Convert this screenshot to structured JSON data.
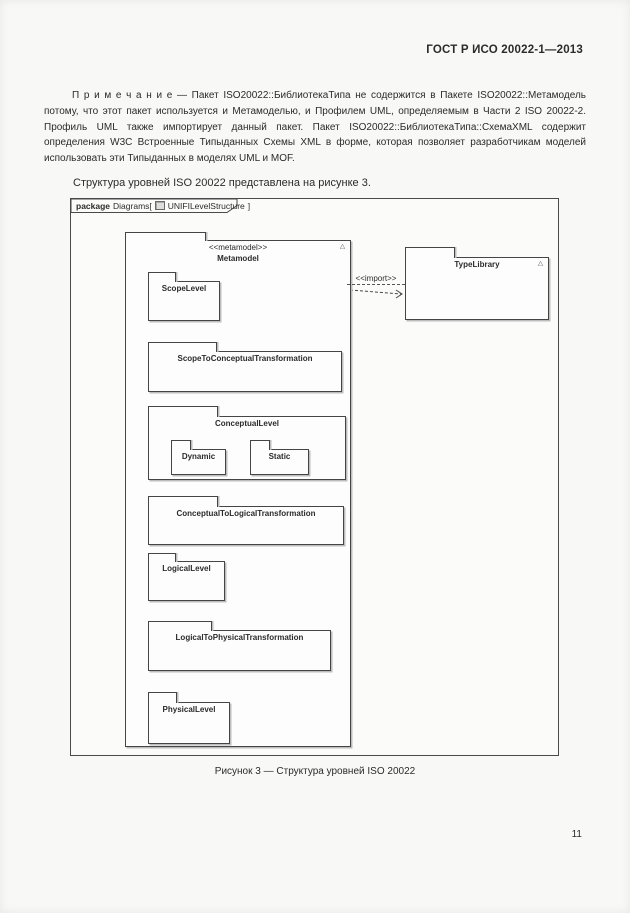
{
  "page": {
    "header": "ГОСТ Р ИСО 20022-1—2013",
    "number": "11"
  },
  "note": {
    "label": "П р и м е ч а н и е —",
    "text": "Пакет ISO20022::БиблиотекаТипа не содержится в Пакете ISO20022::Метамодель потому, что этот пакет используется и Метамоделью, и Профилем UML, определяемым в Части 2 ISO 20022-2. Профиль UML также импортирует данный пакет. Пакет ISO20022::БиблиотекаТипа::СхемаXML содержит определения W3C Встроенные Типыданных Схемы XML в форме, которая позволяет разработчикам моделей использовать эти Типыданных в моделях UML и MOF."
  },
  "intro_paragraph": "Структура уровней ISO 20022 представлена на рисунке 3.",
  "figure": {
    "caption": "Рисунок 3 — Структура уровней ISO 20022",
    "frame": {
      "keyword": "package",
      "type_label": "Diagrams[",
      "name": "UNIFILevelStructure",
      "close_bracket": "]"
    },
    "packages": {
      "metamodel": {
        "stereotype": "<<metamodel>>",
        "label": "Metamodel"
      },
      "scope_level": {
        "label": "ScopeLevel"
      },
      "scope_to_conceptual": {
        "label": "ScopeToConceptualTransformation"
      },
      "conceptual_level": {
        "label": "ConceptualLevel"
      },
      "dynamic": {
        "label": "Dynamic"
      },
      "static": {
        "label": "Static"
      },
      "conceptual_to_logical": {
        "label": "ConceptualToLogicalTransformation"
      },
      "logical_level": {
        "label": "LogicalLevel"
      },
      "logical_to_physical": {
        "label": "LogicalToPhysicalTransformation"
      },
      "physical_level": {
        "label": "PhysicalLevel"
      },
      "type_library": {
        "label": "TypeLibrary"
      }
    },
    "relations": {
      "import_label": "<<import>>"
    }
  },
  "colors": {
    "border": "#454545",
    "shadow": "#bdbdbd",
    "text": "#2b2b2b",
    "background": "#f8f8f7"
  }
}
